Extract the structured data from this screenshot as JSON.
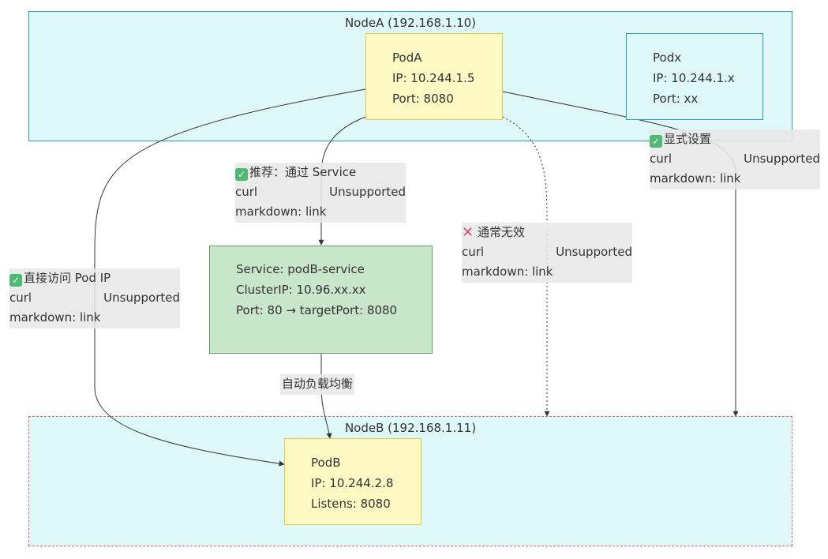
{
  "clusters": {
    "node_a": {
      "title": "NodeA (192.168.1.10)"
    },
    "node_b": {
      "title": "NodeB (192.168.1.11)"
    }
  },
  "nodes": {
    "pod_a": {
      "name": "PodA",
      "ip": "IP: 10.244.1.5",
      "port": "Port: 8080"
    },
    "pod_x": {
      "name": "Podx",
      "ip": "IP: 10.244.1.x",
      "port": "Port: xx"
    },
    "service": {
      "name": "Service: podB-service",
      "cluster_ip": "ClusterIP: 10.96.xx.xx",
      "port": "Port:  80  →  targetPort: 8080"
    },
    "pod_b": {
      "name": "PodB",
      "ip": "IP: 10.244.2.8",
      "listens": "Listens: 8080"
    }
  },
  "edges": {
    "direct": {
      "icon": "check-icon",
      "title": "直接访问 Pod IP",
      "curl": "curl",
      "status": "Unsupported",
      "markdown": "markdown: link"
    },
    "via_service": {
      "icon": "check-icon",
      "title": "推荐：通过 Service",
      "curl": "curl",
      "status": "Unsupported",
      "markdown": "markdown: link"
    },
    "invalid": {
      "icon": "cross-icon",
      "title": "通常无效",
      "curl": "curl",
      "status": "Unsupported",
      "markdown": "markdown: link"
    },
    "explicit": {
      "icon": "check-icon",
      "title": "显式设置",
      "curl": "curl",
      "status": "Unsupported",
      "markdown": "markdown: link"
    },
    "load_balance": {
      "title": "自动负载均衡"
    }
  },
  "colors": {
    "cluster_fill": "#def7f8",
    "cluster_a_border": "#2aa3a8",
    "cluster_b_border": "#e06666",
    "pod_fill": "#fff9c4",
    "pod_border": "#e6c84a",
    "service_fill": "#c8e6c9",
    "service_border": "#5ca35c",
    "edge": "#333333",
    "check": "#4cba73",
    "cross": "#e24a6c"
  }
}
